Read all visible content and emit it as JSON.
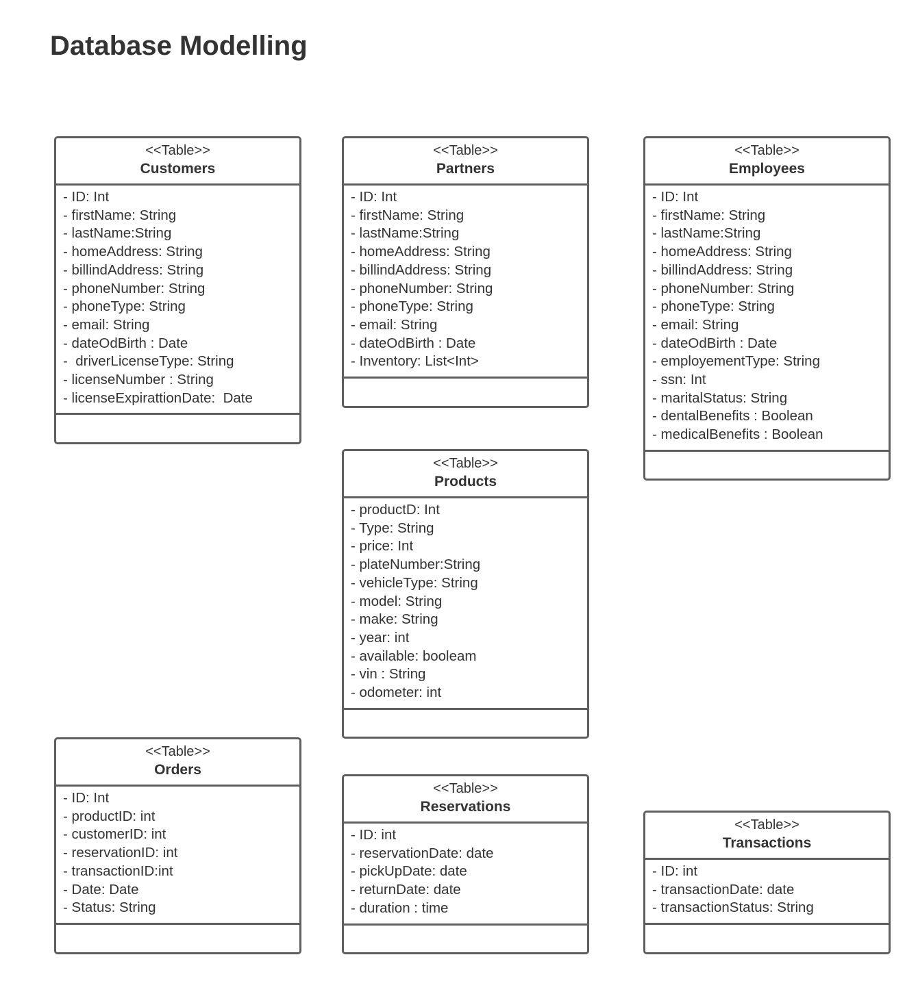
{
  "page": {
    "title": "Database Modelling"
  },
  "tables": {
    "customers": {
      "stereotype": "<<Table>>",
      "name": "Customers",
      "attributes": [
        "- ID: Int",
        "- firstName: String",
        "- lastName:String",
        "- homeAddress: String",
        "- billindAddress: String",
        "- phoneNumber: String",
        "- phoneType: String",
        "- email: String",
        "- dateOdBirth : Date",
        "-  driverLicenseType: String",
        "- licenseNumber : String",
        "- licenseExpirattionDate:  Date"
      ]
    },
    "partners": {
      "stereotype": "<<Table>>",
      "name": "Partners",
      "attributes": [
        "- ID: Int",
        "- firstName: String",
        "- lastName:String",
        "- homeAddress: String",
        "- billindAddress: String",
        "- phoneNumber: String",
        "- phoneType: String",
        "- email: String",
        "- dateOdBirth : Date",
        "- Inventory: List<Int>"
      ]
    },
    "employees": {
      "stereotype": "<<Table>>",
      "name": "Employees",
      "attributes": [
        "- ID: Int",
        "- firstName: String",
        "- lastName:String",
        "- homeAddress: String",
        "- billindAddress: String",
        "- phoneNumber: String",
        "- phoneType: String",
        "- email: String",
        "- dateOdBirth : Date",
        "- employementType: String",
        "- ssn: Int",
        "- maritalStatus: String",
        "- dentalBenefits : Boolean",
        "- medicalBenefits : Boolean"
      ]
    },
    "products": {
      "stereotype": "<<Table>>",
      "name": "Products",
      "attributes": [
        "- productD: Int",
        "- Type: String",
        "- price: Int",
        "- plateNumber:String",
        "- vehicleType: String",
        "- model: String",
        "- make: String",
        "- year: int",
        "- available: booleam",
        "- vin : String",
        "- odometer: int"
      ]
    },
    "orders": {
      "stereotype": "<<Table>>",
      "name": "Orders",
      "attributes": [
        "- ID: Int",
        "- productID: int",
        "- customerID: int",
        "- reservationID: int",
        "- transactionID:int",
        "- Date: Date",
        "- Status: String"
      ]
    },
    "reservations": {
      "stereotype": "<<Table>>",
      "name": "Reservations",
      "attributes": [
        "- ID: int",
        "- reservationDate: date",
        "- pickUpDate: date",
        "- returnDate: date",
        "- duration : time"
      ]
    },
    "transactions": {
      "stereotype": "<<Table>>",
      "name": "Transactions",
      "attributes": [
        "- ID: int",
        "- transactionDate: date",
        "- transactionStatus: String"
      ]
    }
  }
}
